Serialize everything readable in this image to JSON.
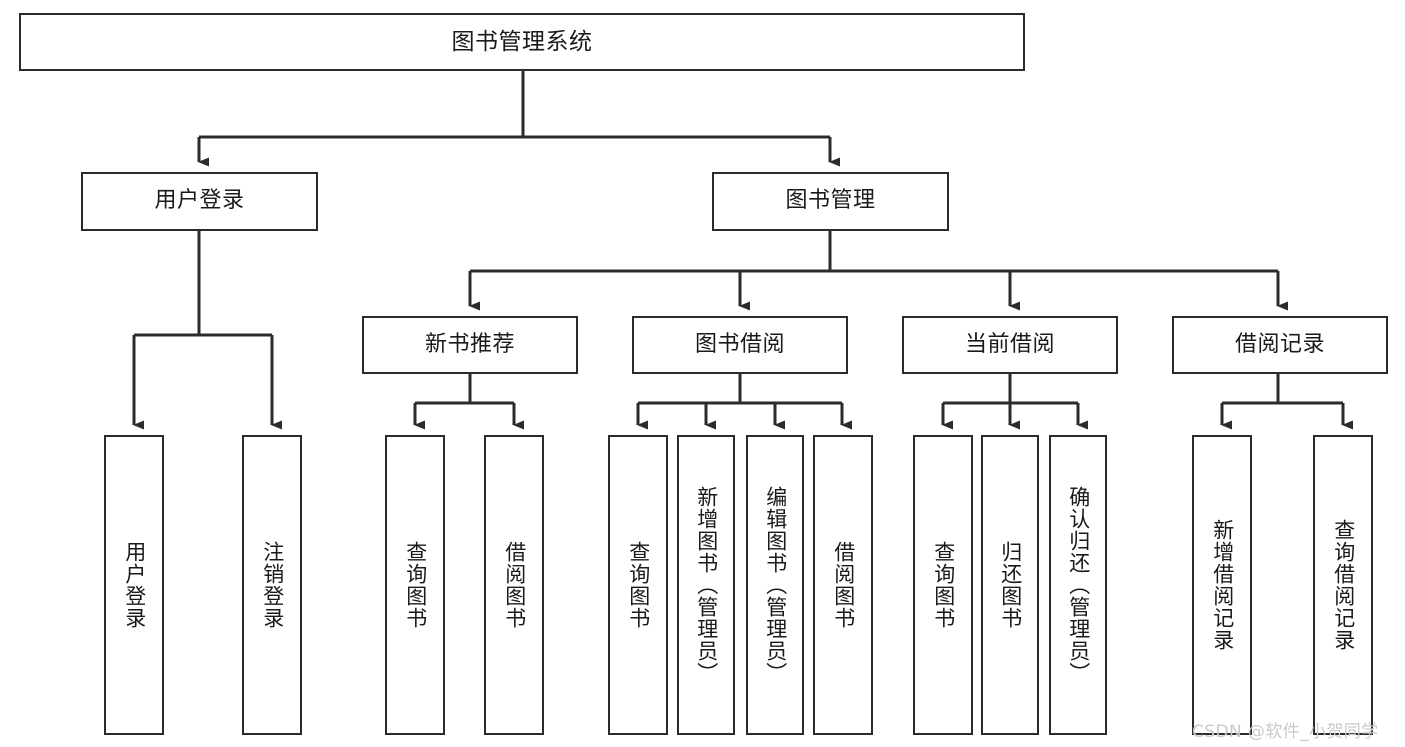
{
  "diagram": {
    "title": "图书管理系统",
    "type": "tree-hierarchy",
    "colors": {
      "stroke": "#2b2b2b",
      "fill": "#ffffff",
      "text": "#1a1a1a",
      "watermark": "#c9c9c9",
      "background": "#ffffff"
    },
    "nodes": {
      "root": {
        "label": "图书管理系统"
      },
      "level1": [
        {
          "label": "用户登录"
        },
        {
          "label": "图书管理"
        }
      ],
      "level2": [
        {
          "label": "新书推荐"
        },
        {
          "label": "图书借阅"
        },
        {
          "label": "当前借阅"
        },
        {
          "label": "借阅记录"
        }
      ],
      "leaves_user_login": [
        {
          "label": "用户登录"
        },
        {
          "label": "注销登录"
        }
      ],
      "leaves_new_book": [
        {
          "label": "查询图书"
        },
        {
          "label": "借阅图书"
        }
      ],
      "leaves_borrow": [
        {
          "label": "查询图书"
        },
        {
          "label": "新增图书（管理员）"
        },
        {
          "label": "编辑图书（管理员）"
        },
        {
          "label": "借阅图书"
        }
      ],
      "leaves_current": [
        {
          "label": "查询图书"
        },
        {
          "label": "归还图书"
        },
        {
          "label": "确认归还（管理员）"
        }
      ],
      "leaves_records": [
        {
          "label": "新增借阅记录"
        },
        {
          "label": "查询借阅记录"
        }
      ]
    },
    "watermark": {
      "text": "CSDN @软件_小贺同学"
    }
  }
}
